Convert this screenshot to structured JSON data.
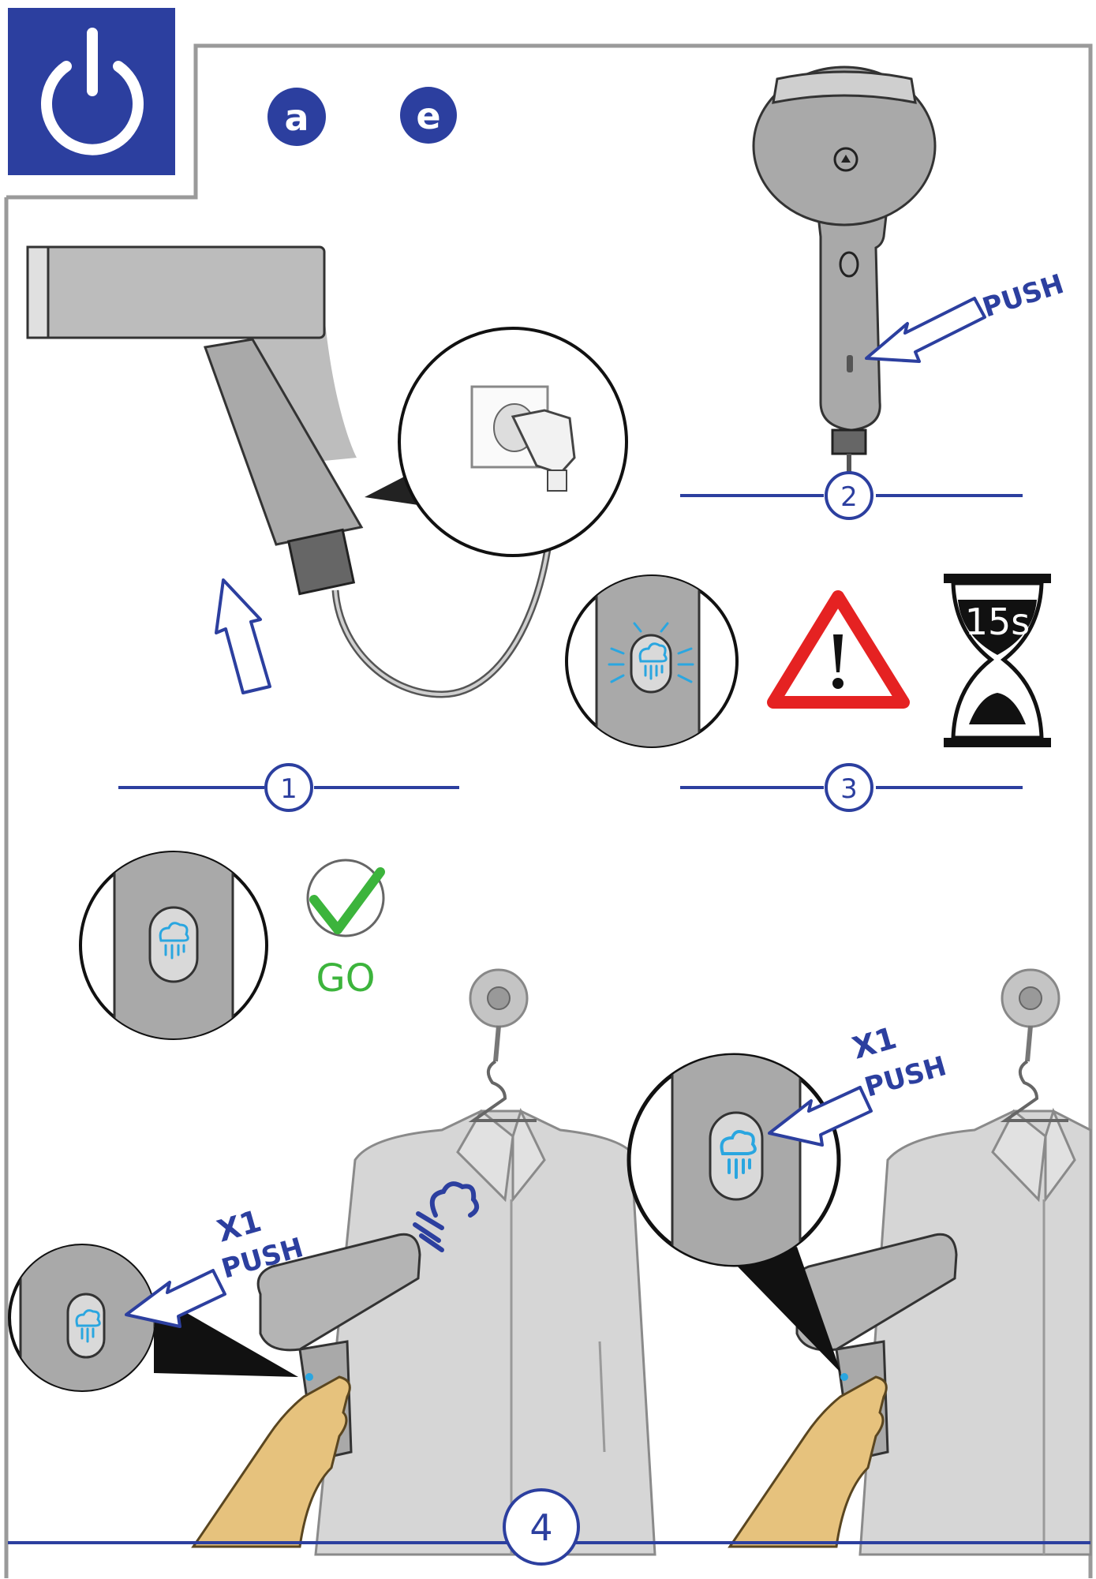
{
  "header": {
    "power_icon": "power-icon",
    "badges": [
      "a",
      "e"
    ]
  },
  "steps": [
    {
      "number": "1"
    },
    {
      "number": "2",
      "action": "PUSH"
    },
    {
      "number": "3",
      "timer": "15s",
      "warning_icon": "warning-icon"
    },
    {
      "number": "4",
      "go_label": "GO",
      "push_left": {
        "count": "X1",
        "action": "PUSH"
      },
      "push_right": {
        "count": "X1",
        "action": "PUSH"
      }
    }
  ],
  "colors": {
    "brand_blue": "#2c3f9f",
    "go_green": "#3cb43c",
    "warning_red": "#e52222",
    "steam_blue": "#2aa6e0",
    "device_gray": "#9b9b9b",
    "shirt_gray": "#d6d6d6",
    "hand_skin": "#e6c27d"
  }
}
